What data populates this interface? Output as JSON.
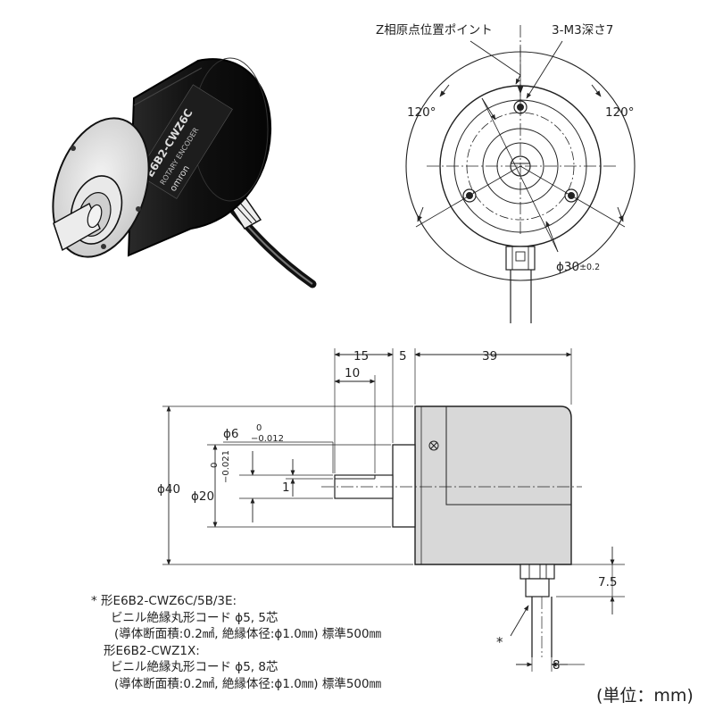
{
  "front_view": {
    "z_phase_label": "Z相原点位置ポイント",
    "tap_label": "3-M3深さ7",
    "angle_left": "120°",
    "angle_right": "120°",
    "pcd_label": "ϕ30",
    "pcd_tol": "±0.2"
  },
  "side_view": {
    "dim_15": "15",
    "dim_5": "5",
    "dim_39": "39",
    "dim_10": "10",
    "shaft_dia": "ϕ6",
    "shaft_tol_upper": "0",
    "shaft_tol_lower": "−0.012",
    "spigot_tol_upper": "0",
    "spigot_tol_lower": "−0.021",
    "body_dia": "ϕ40",
    "spigot_dia": "ϕ20",
    "flat_depth": "1",
    "cable_offset": "7.5",
    "cable_dia": "8",
    "asterisk": "*"
  },
  "notes": {
    "star": "*",
    "model_1": "形E6B2-CWZ6C/5B/3E:",
    "cable_1": "ビニル絶縁丸形コード ϕ5, 5芯",
    "spec_1": "(導体断面積:0.2㎟, 絶縁体径:ϕ1.0㎜) 標準500㎜",
    "model_2": "形E6B2-CWZ1X:",
    "cable_2": "ビニル絶縁丸形コード ϕ5, 8芯",
    "spec_2": "(導体断面積:0.2㎟, 絶縁体径:ϕ1.0㎜) 標準500㎜"
  },
  "unit_label": "(単位：mm)",
  "product_label": {
    "line1": "E6B2-CWZ6C",
    "line2": "ROTARY ENCODER",
    "brand": "omron"
  },
  "colors": {
    "ink": "#222222",
    "body_fill": "#d8d8d8",
    "encoder_black": "#151515",
    "metal": "#e4e4e4"
  }
}
